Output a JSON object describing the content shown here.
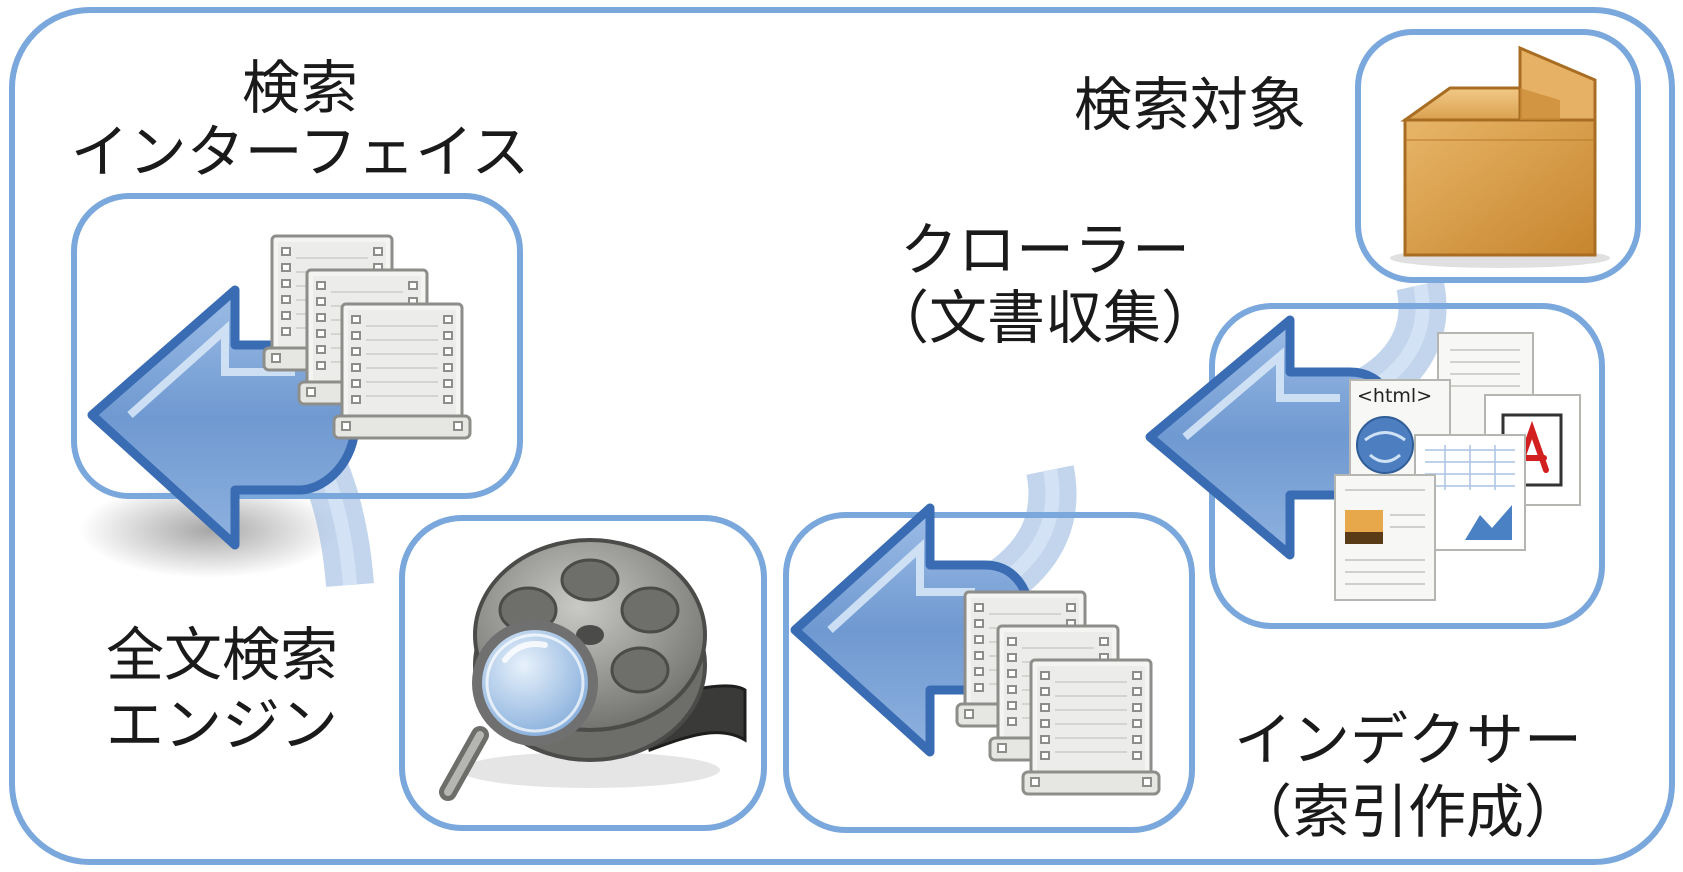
{
  "labels": {
    "search_interface": [
      "検索",
      "インターフェイス"
    ],
    "search_target": "検索対象",
    "crawler": [
      "クローラー",
      "（文書収集）"
    ],
    "engine": [
      "全文検索",
      "エンジン"
    ],
    "indexer": [
      "インデクサー",
      "（索引作成）"
    ]
  },
  "icons": {
    "box": "cardboard-box-icon",
    "documents": "mixed-documents-icon",
    "html_doc_text": "<html>",
    "film_strips": "film-strip-stack-icon",
    "engine": "film-reel-magnifier-icon",
    "arrow": "curved-left-arrow-icon"
  },
  "colors": {
    "frame": "#7aa7dc",
    "arrow_dark": "#3a6cb4",
    "arrow_fill": "#7ea6d8",
    "arrow_light": "#c7dbf2",
    "box": "#d49a44",
    "reel": "#8a8a88"
  }
}
